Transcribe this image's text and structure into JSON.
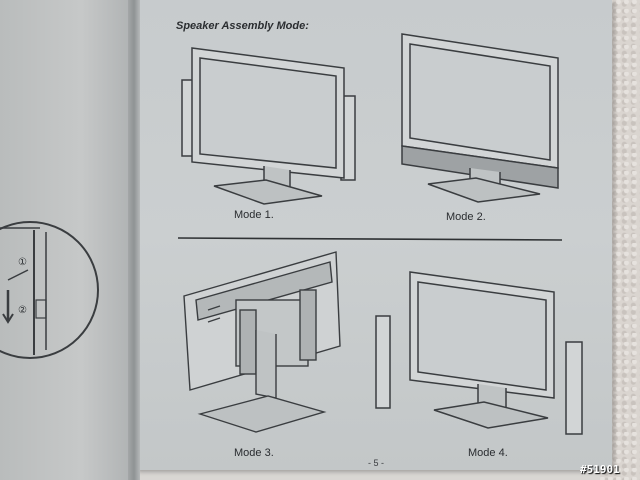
{
  "manual": {
    "heading": "Speaker Assembly Mode:",
    "captions": [
      "Mode 1.",
      "Mode 2.",
      "Mode 3.",
      "Mode 4."
    ],
    "page_number": "- 5 -",
    "watermark": "#51901",
    "step_marks": [
      "①",
      "②"
    ]
  },
  "colors": {
    "page": "#c9cdcf",
    "ink": "#2a2d30",
    "line": "#3a3d40"
  }
}
